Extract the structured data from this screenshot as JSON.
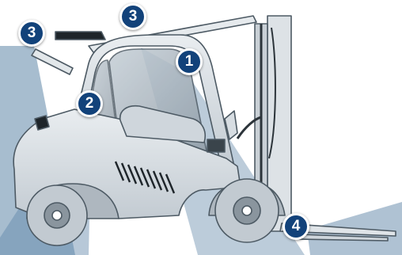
{
  "markers": [
    {
      "id": "marker-1",
      "label": "1"
    },
    {
      "id": "marker-2",
      "label": "2"
    },
    {
      "id": "marker-3a",
      "label": "3"
    },
    {
      "id": "marker-3b",
      "label": "3"
    },
    {
      "id": "marker-4",
      "label": "4"
    }
  ],
  "colors": {
    "badge": "#12427a",
    "cone": "#5f86a8",
    "body": "#dfe4e8",
    "outline": "#4d5a64"
  }
}
